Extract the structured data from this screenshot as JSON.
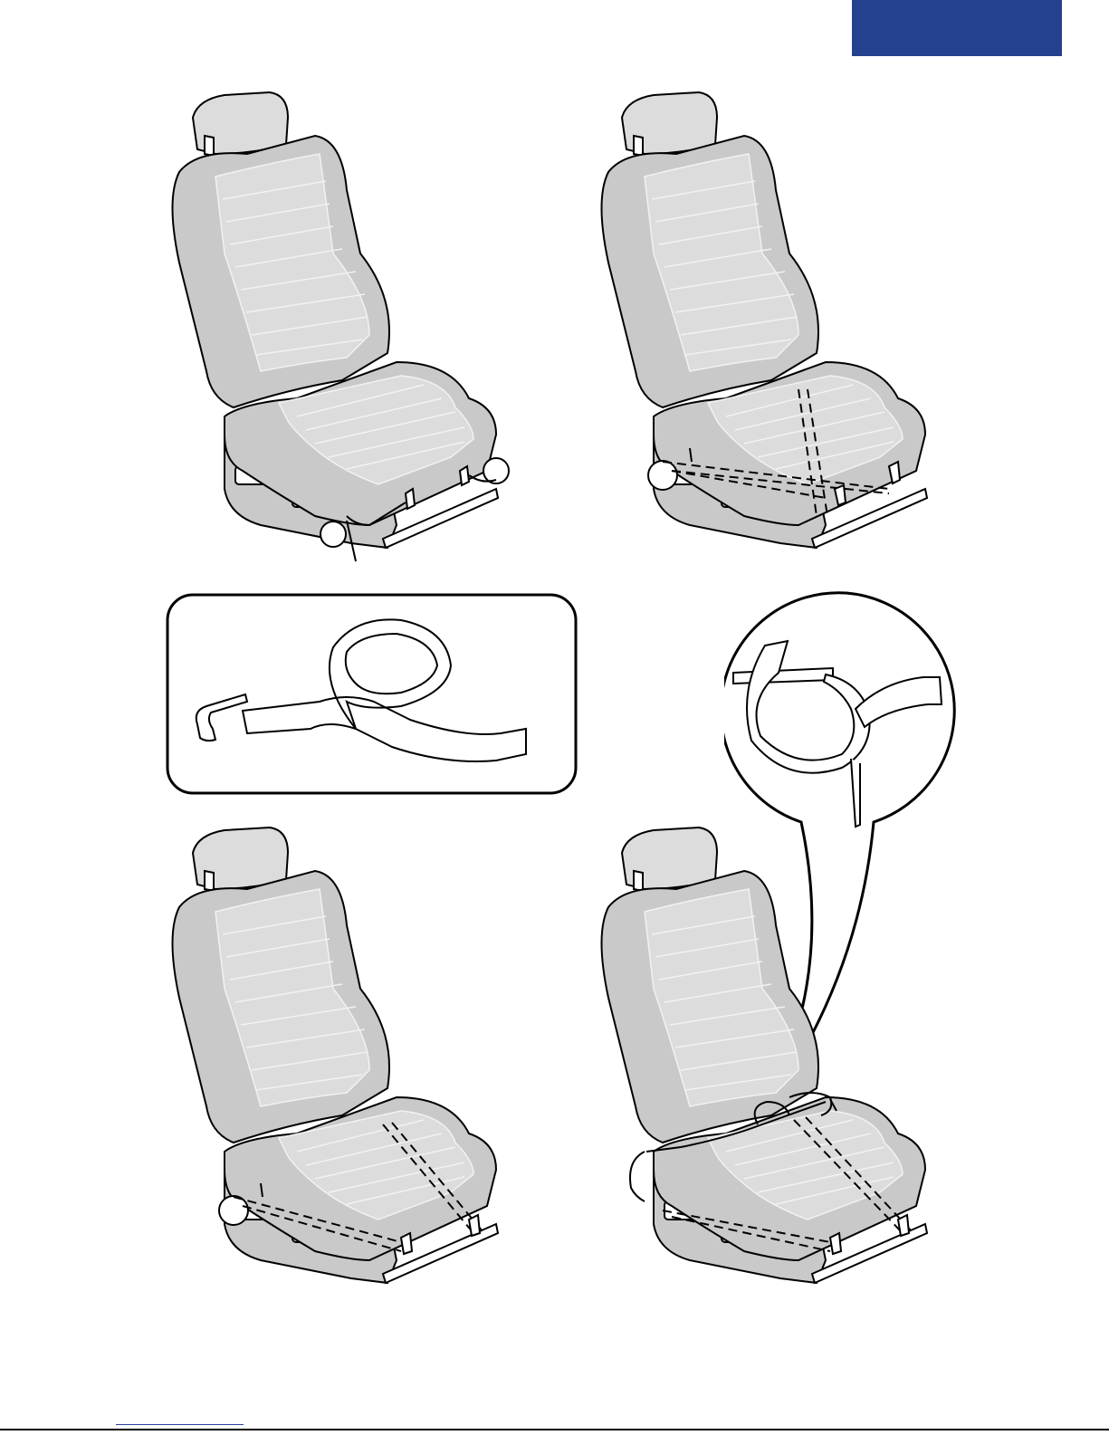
{
  "colors": {
    "accent_tab": "#24408e",
    "seat_fill": "#c9c9ca",
    "seat_inner": "#dcdcdd",
    "stitch": "#f2f2f2",
    "outline": "#000000",
    "strap_fill": "#ffffff",
    "footer_rule": "#000000",
    "footer_link": "#2b3f9e"
  },
  "figures": [
    {
      "id": "seat-step-1",
      "description_icon": "seat-with-strap-ends-icon"
    },
    {
      "id": "seat-step-2",
      "description_icon": "seat-crossed-straps-icon"
    },
    {
      "id": "strap-detail",
      "description_icon": "strap-loop-detail-icon"
    },
    {
      "id": "knot-detail",
      "description_icon": "strap-knot-magnified-icon"
    },
    {
      "id": "seat-step-3",
      "description_icon": "seat-straps-under-icon"
    },
    {
      "id": "seat-step-4",
      "description_icon": "seat-straps-tied-icon"
    }
  ]
}
